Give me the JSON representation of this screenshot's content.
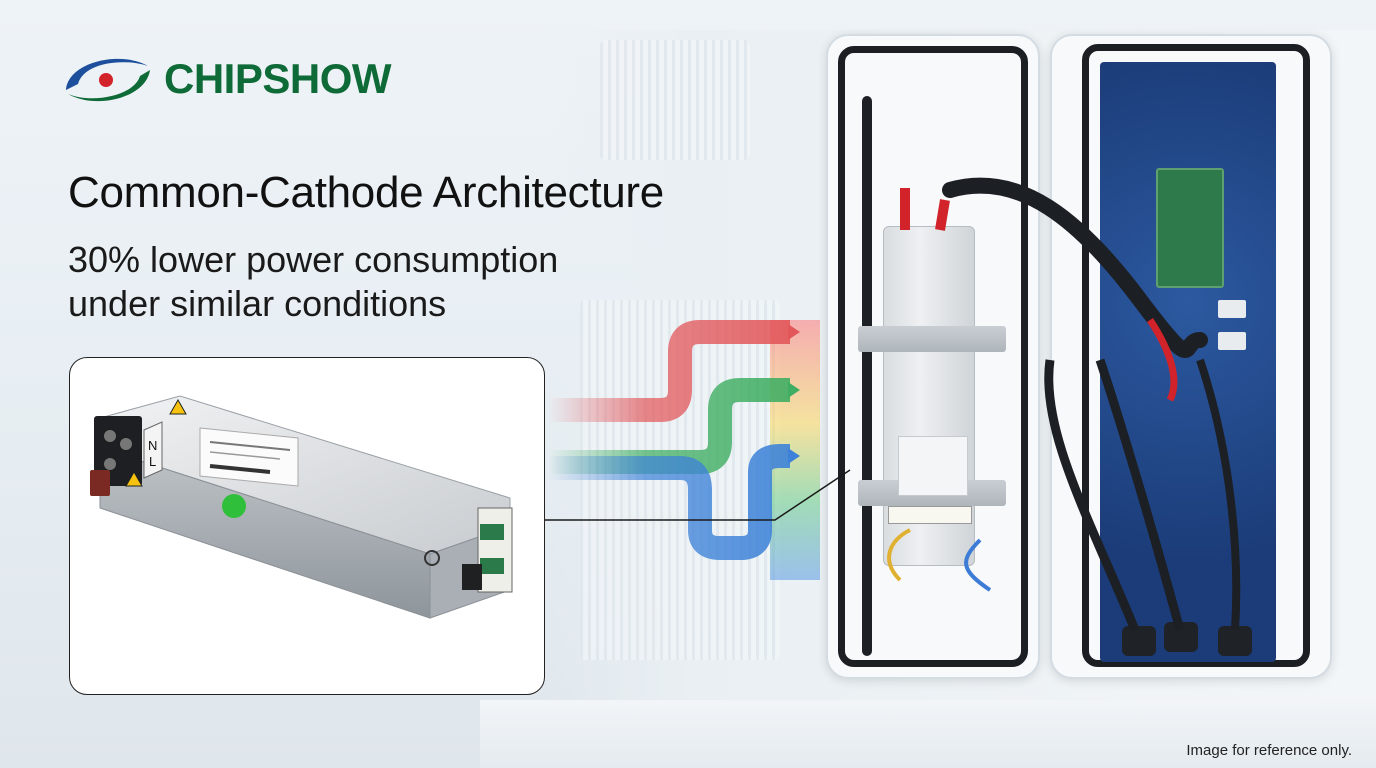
{
  "brand": {
    "name": "CHIPSHOW",
    "logo_icon": "chipshow-swoosh-logo",
    "colors": {
      "green": "#0e6b37",
      "blue": "#1e4f9c",
      "red": "#d2232a"
    }
  },
  "headline": "Common-Cathode Architecture",
  "subheadline": {
    "line1": "30% lower power consumption",
    "line2": "under similar conditions"
  },
  "callout": {
    "product": "power-supply-unit",
    "terminal_labels": [
      "N",
      "L"
    ]
  },
  "flow_arrows": {
    "colors": [
      "#e2575a",
      "#3fae62",
      "#3d82d8"
    ]
  },
  "disclaimer": "Image for reference only."
}
